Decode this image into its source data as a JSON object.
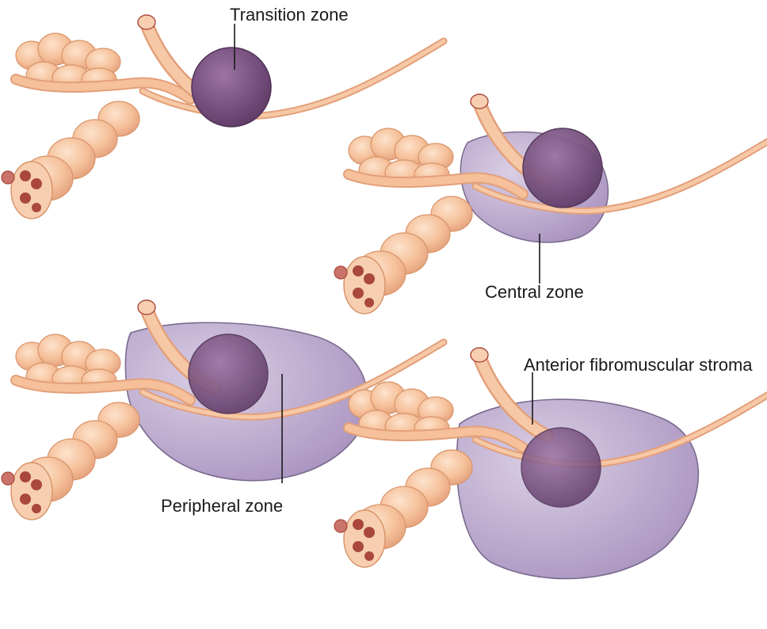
{
  "labels": {
    "transition_zone": "Transition zone",
    "central_zone": "Central zone",
    "peripheral_zone": "Peripheral zone",
    "anterior_fibromuscular_stroma": "Anterior fibromuscular stroma"
  },
  "colors": {
    "gland_fill": "#f5c09a",
    "gland_stroke": "#d9946a",
    "duct_fill": "#f3b996",
    "transition_fill": "#7a4f80",
    "zone_fill": "#b7a3c9",
    "zone_stroke": "#7a6a8e",
    "cross_section": "#a9483b",
    "label_text": "#1a1a1a"
  }
}
